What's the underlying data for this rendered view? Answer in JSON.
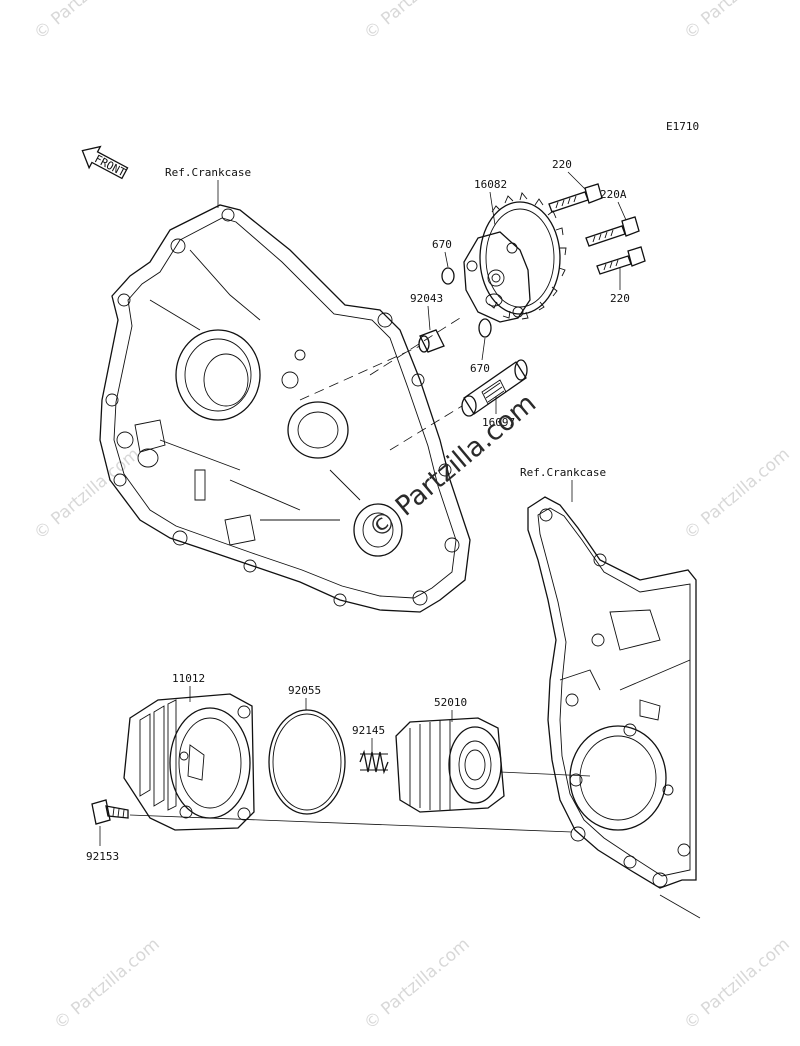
{
  "diagram": {
    "code": "E1710",
    "front_label": "FRONT",
    "ref_labels": [
      "Ref.Crankcase",
      "Ref.Crankcase"
    ],
    "part_labels": [
      "220",
      "16082",
      "220A",
      "670",
      "92043",
      "220",
      "670",
      "16097",
      "11012",
      "92055",
      "52010",
      "92145",
      "92153"
    ]
  },
  "watermark": {
    "main": "© Partzilla.com",
    "repeat": "© Partzilla.com"
  }
}
